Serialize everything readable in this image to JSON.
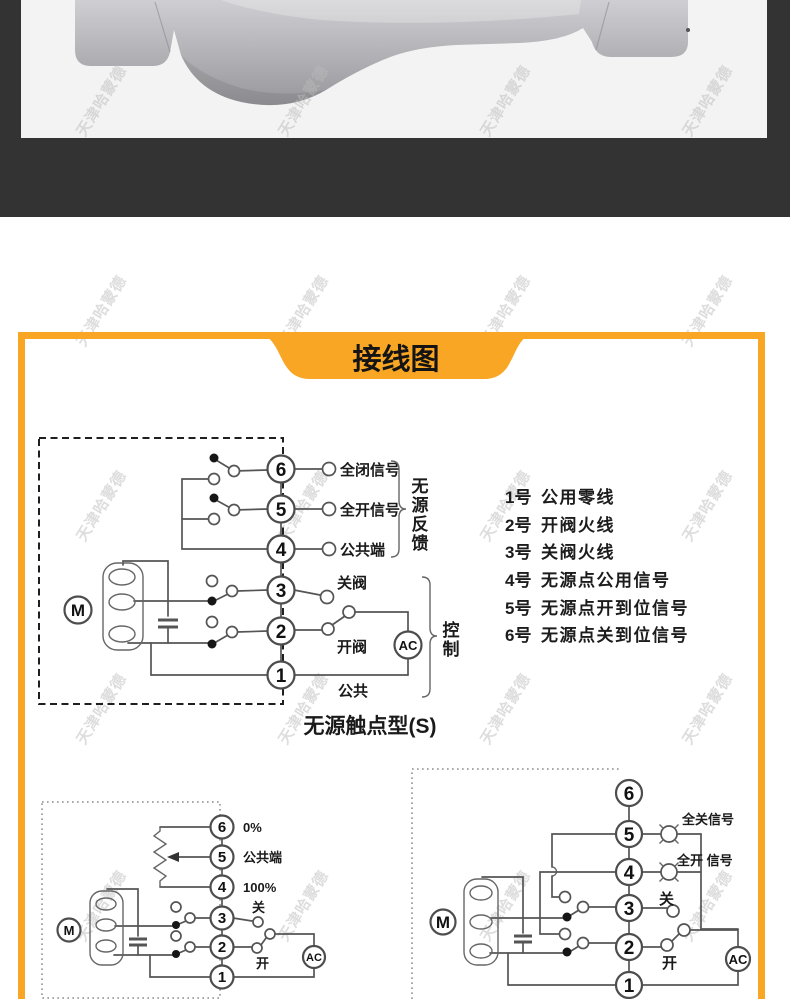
{
  "colors": {
    "accent_orange": "#F8A623",
    "dark_band": "#333333",
    "photo_background": "#f3f3f3",
    "diagram_line": "#555555"
  },
  "watermark": {
    "text": "天津哈蒙德"
  },
  "wiring": {
    "section_title": "接线图",
    "passive": {
      "terminals": [
        "6",
        "5",
        "4",
        "3",
        "2",
        "1"
      ],
      "labels": {
        "full_close_signal": "全闭信号",
        "full_open_signal": "全开信号",
        "common_terminal": "公共端",
        "close_valve": "关阀",
        "open_valve": "开阀",
        "common": "公共",
        "ac": "AC",
        "motor": "M",
        "group_feedback": "无源反馈",
        "group_control": "控制"
      },
      "caption": "无源触点型(S)"
    },
    "legend": [
      {
        "num": "1号",
        "desc": "公用零线"
      },
      {
        "num": "2号",
        "desc": "开阀火线"
      },
      {
        "num": "3号",
        "desc": "关阀火线"
      },
      {
        "num": "4号",
        "desc": "无源点公用信号"
      },
      {
        "num": "5号",
        "desc": "无源点开到位信号"
      },
      {
        "num": "6号",
        "desc": "无源点关到位信号"
      }
    ],
    "pot": {
      "terminals": [
        "6",
        "5",
        "4",
        "3",
        "2",
        "1"
      ],
      "labels": {
        "zero_percent": "0%",
        "common_terminal": "公共端",
        "hundred_percent": "100%",
        "close": "关",
        "open": "开",
        "ac": "AC",
        "motor": "M"
      }
    },
    "lamp": {
      "terminals": [
        "6",
        "5",
        "4",
        "3",
        "2",
        "1"
      ],
      "labels": {
        "full_close_signal": "全关信号",
        "full_open_signal": "全开 信号",
        "close": "关",
        "open": "开",
        "ac": "AC",
        "motor": "M"
      }
    }
  }
}
